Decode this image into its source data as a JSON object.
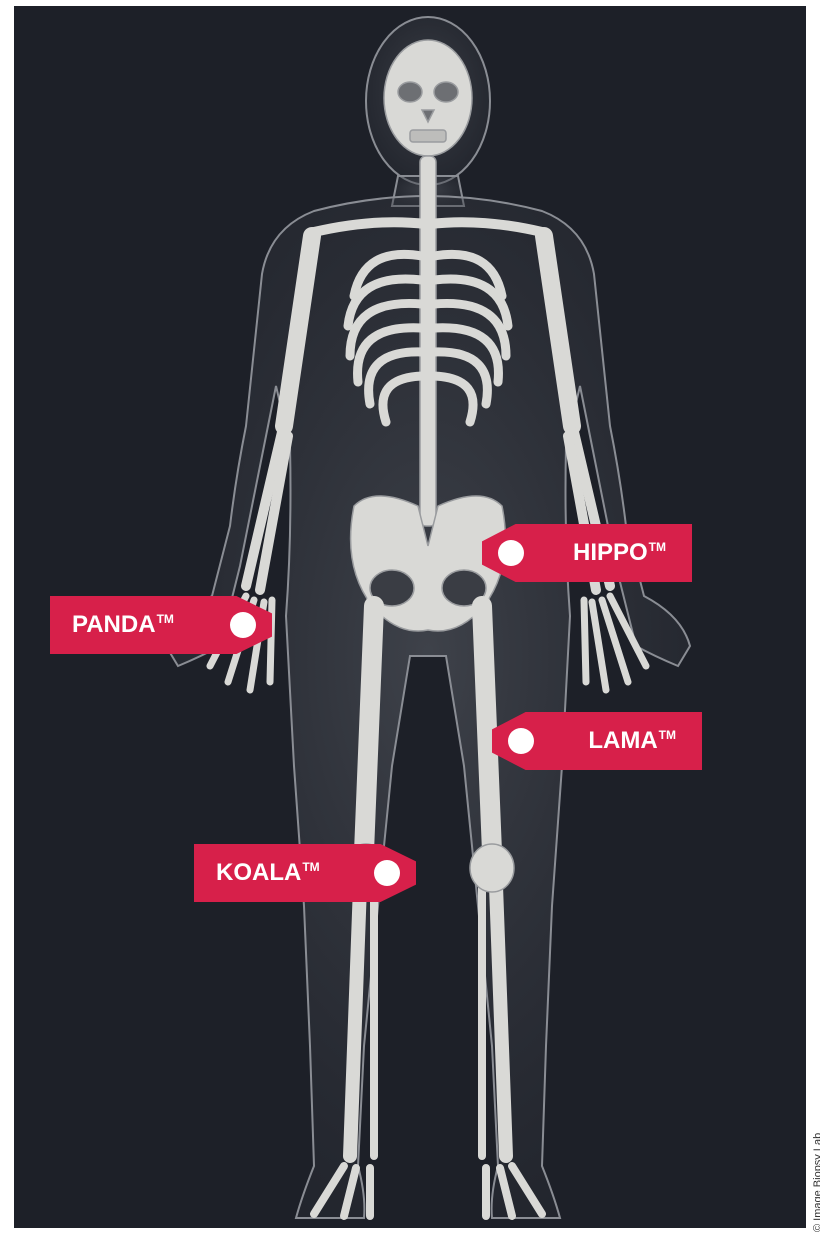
{
  "colors": {
    "background": "#1d2028",
    "tag": "#d7204a",
    "dot": "#ffffff",
    "bone": "#d9d9d6",
    "body_outline": "#7e8188"
  },
  "tags": {
    "panda": {
      "name": "PANDA",
      "mark": "TM"
    },
    "koala": {
      "name": "KOALA",
      "mark": "TM"
    },
    "hippo": {
      "name": "HIPPO",
      "mark": "TM"
    },
    "lama": {
      "name": "LAMA",
      "mark": "TM"
    }
  },
  "credit": "© Image Biopsy Lab"
}
